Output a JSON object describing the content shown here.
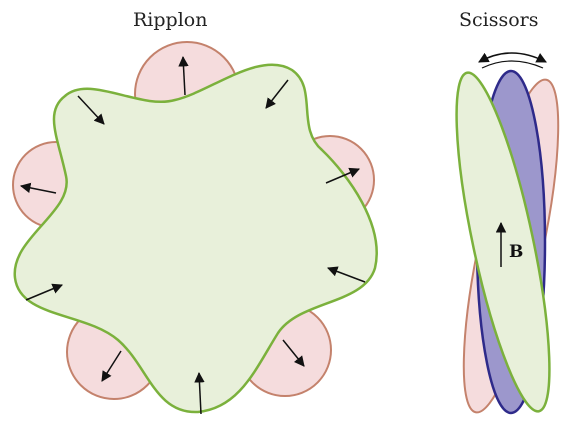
{
  "panels": {
    "ripplon": {
      "title": "Ripplon"
    },
    "scissors": {
      "title": "Scissors",
      "field_label": "B"
    }
  },
  "colors": {
    "green_stroke": "#7bb13c",
    "green_fill": "#e8f0da",
    "pink_stroke": "#c4826c",
    "pink_fill": "#f5dcdd",
    "purple_stroke": "#2e2a8a",
    "purple_fill": "#9c97cc",
    "arrow": "#111111"
  }
}
